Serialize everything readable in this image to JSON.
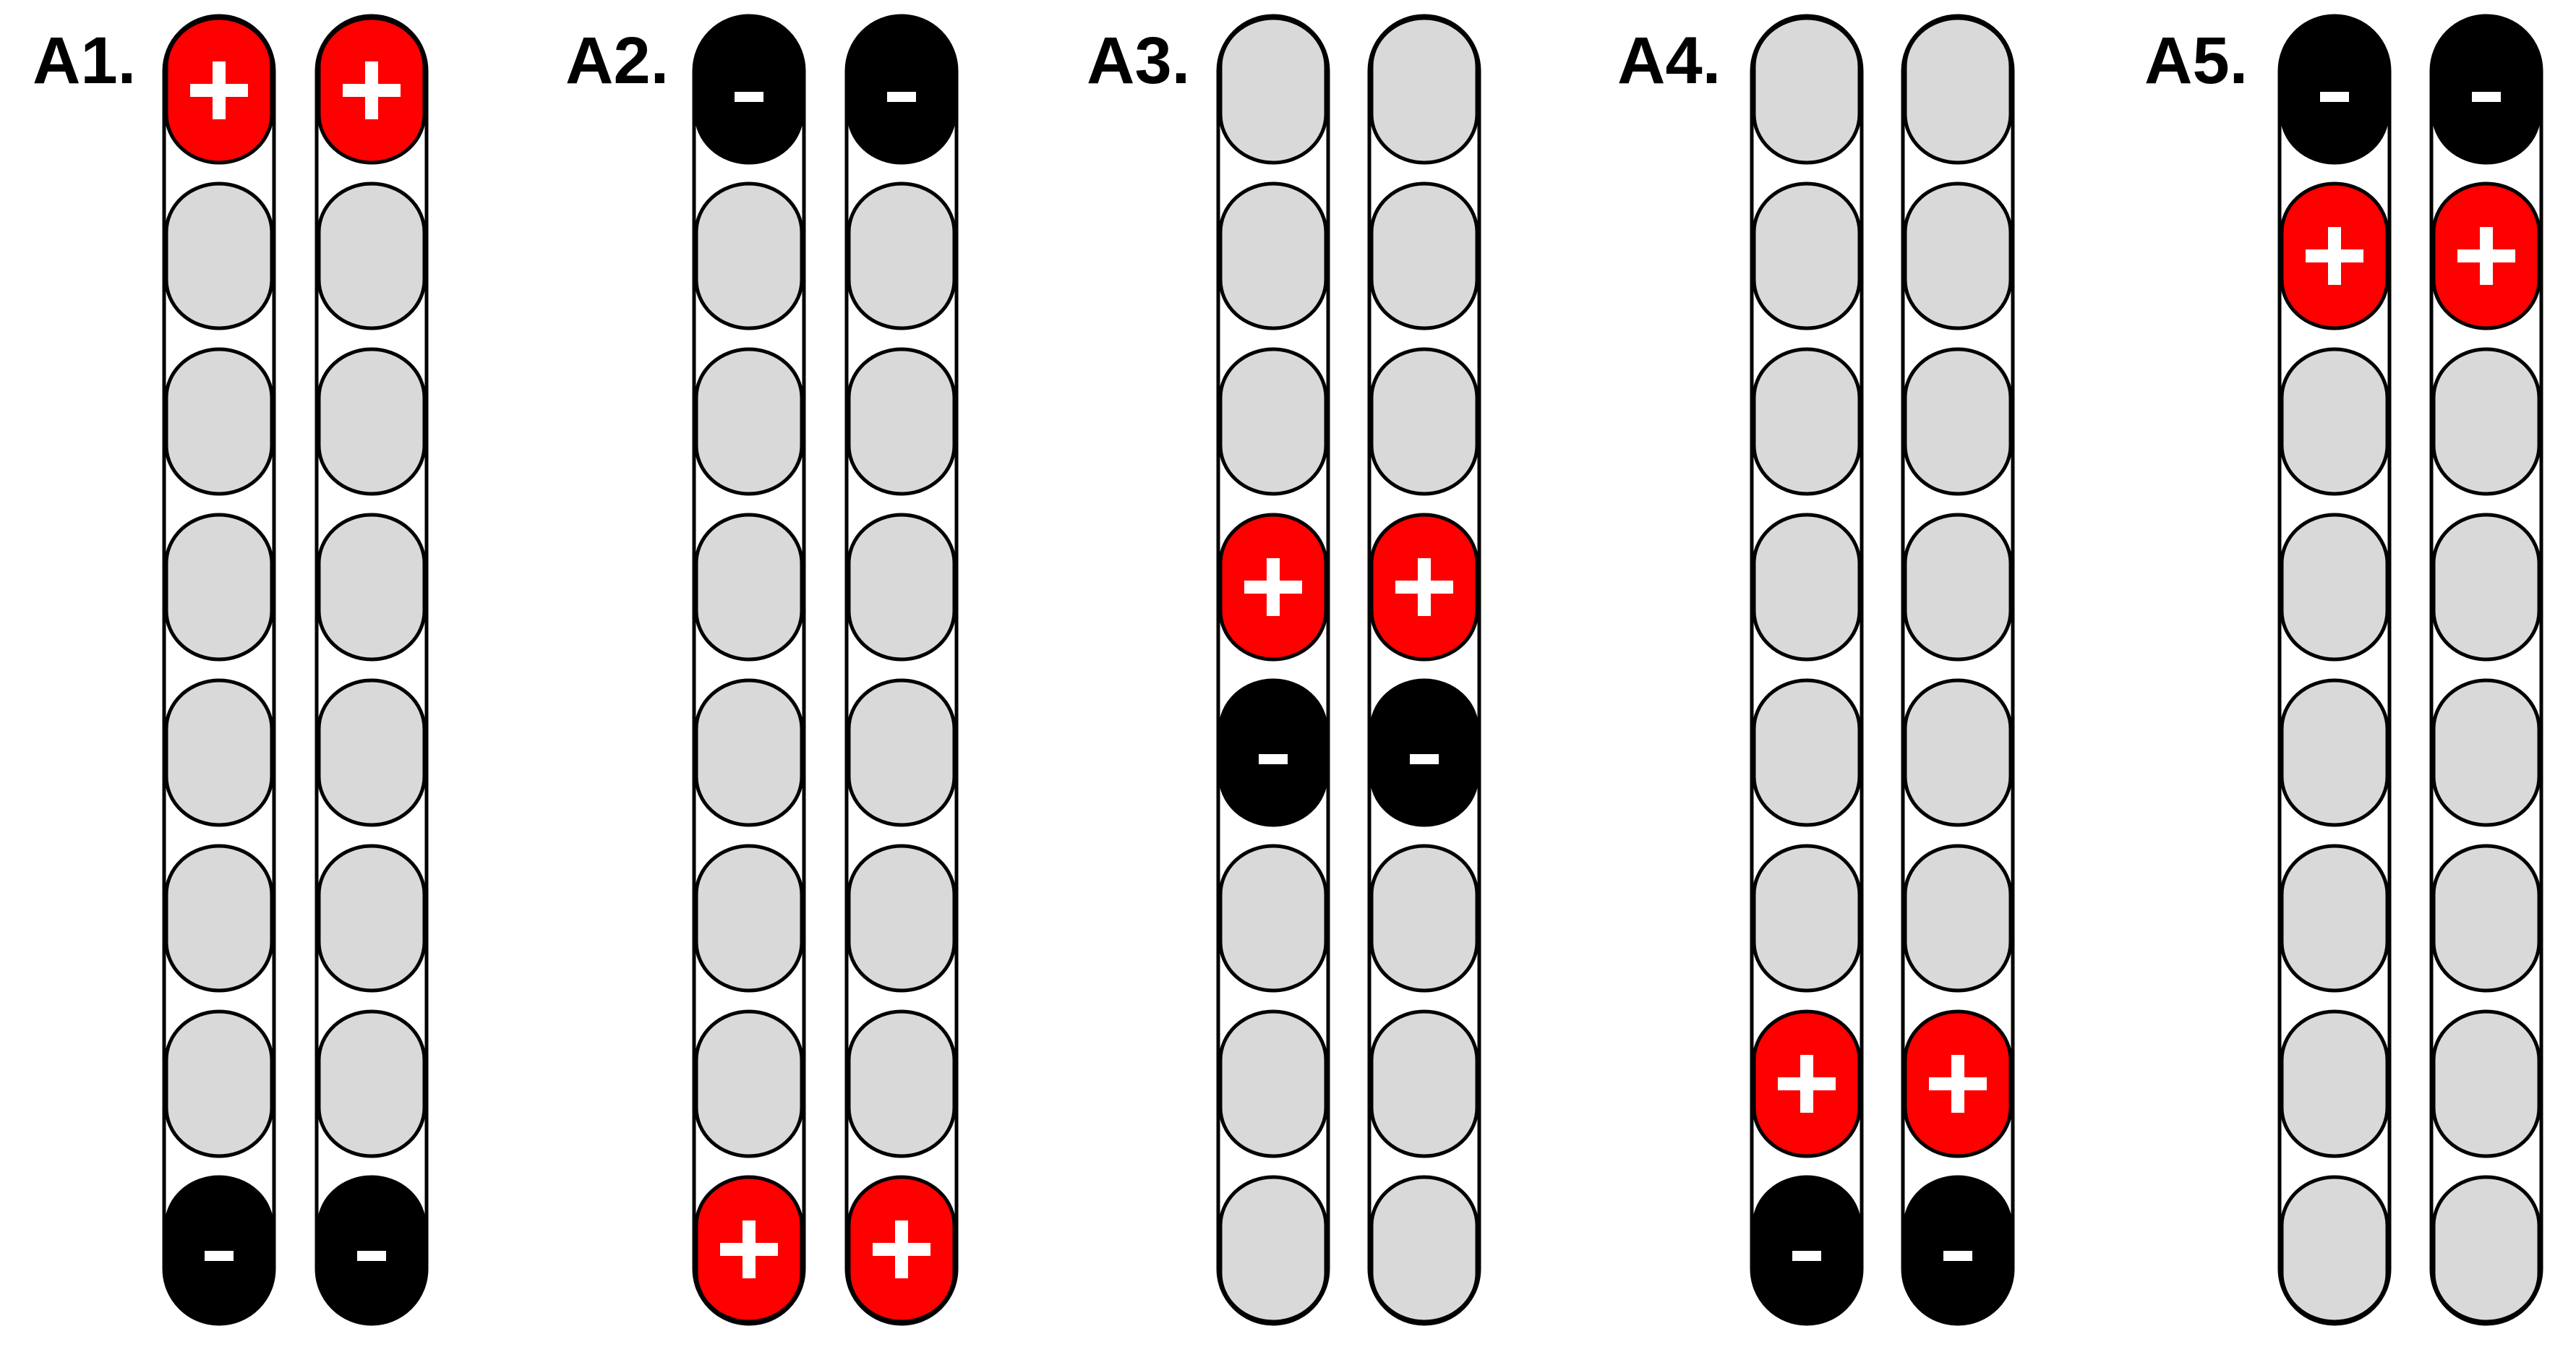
{
  "diagram": {
    "segments_per_tube": 8,
    "colors": {
      "positive": "#ff0000",
      "negative": "#000000",
      "neutral": "#d9d9d9",
      "outline": "#000000",
      "symbol": "#ffffff"
    },
    "symbols": {
      "positive": "+",
      "negative": "-"
    },
    "panels": [
      {
        "label": "A1.",
        "tubes": [
          [
            "positive",
            "neutral",
            "neutral",
            "neutral",
            "neutral",
            "neutral",
            "neutral",
            "negative"
          ],
          [
            "positive",
            "neutral",
            "neutral",
            "neutral",
            "neutral",
            "neutral",
            "neutral",
            "negative"
          ]
        ]
      },
      {
        "label": "A2.",
        "tubes": [
          [
            "negative",
            "neutral",
            "neutral",
            "neutral",
            "neutral",
            "neutral",
            "neutral",
            "positive"
          ],
          [
            "negative",
            "neutral",
            "neutral",
            "neutral",
            "neutral",
            "neutral",
            "neutral",
            "positive"
          ]
        ]
      },
      {
        "label": "A3.",
        "tubes": [
          [
            "neutral",
            "neutral",
            "neutral",
            "positive",
            "negative",
            "neutral",
            "neutral",
            "neutral"
          ],
          [
            "neutral",
            "neutral",
            "neutral",
            "positive",
            "negative",
            "neutral",
            "neutral",
            "neutral"
          ]
        ]
      },
      {
        "label": "A4.",
        "tubes": [
          [
            "neutral",
            "neutral",
            "neutral",
            "neutral",
            "neutral",
            "neutral",
            "positive",
            "negative"
          ],
          [
            "neutral",
            "neutral",
            "neutral",
            "neutral",
            "neutral",
            "neutral",
            "positive",
            "negative"
          ]
        ]
      },
      {
        "label": "A5.",
        "tubes": [
          [
            "negative",
            "positive",
            "neutral",
            "neutral",
            "neutral",
            "neutral",
            "neutral",
            "neutral"
          ],
          [
            "negative",
            "positive",
            "neutral",
            "neutral",
            "neutral",
            "neutral",
            "neutral",
            "neutral"
          ]
        ]
      }
    ]
  }
}
